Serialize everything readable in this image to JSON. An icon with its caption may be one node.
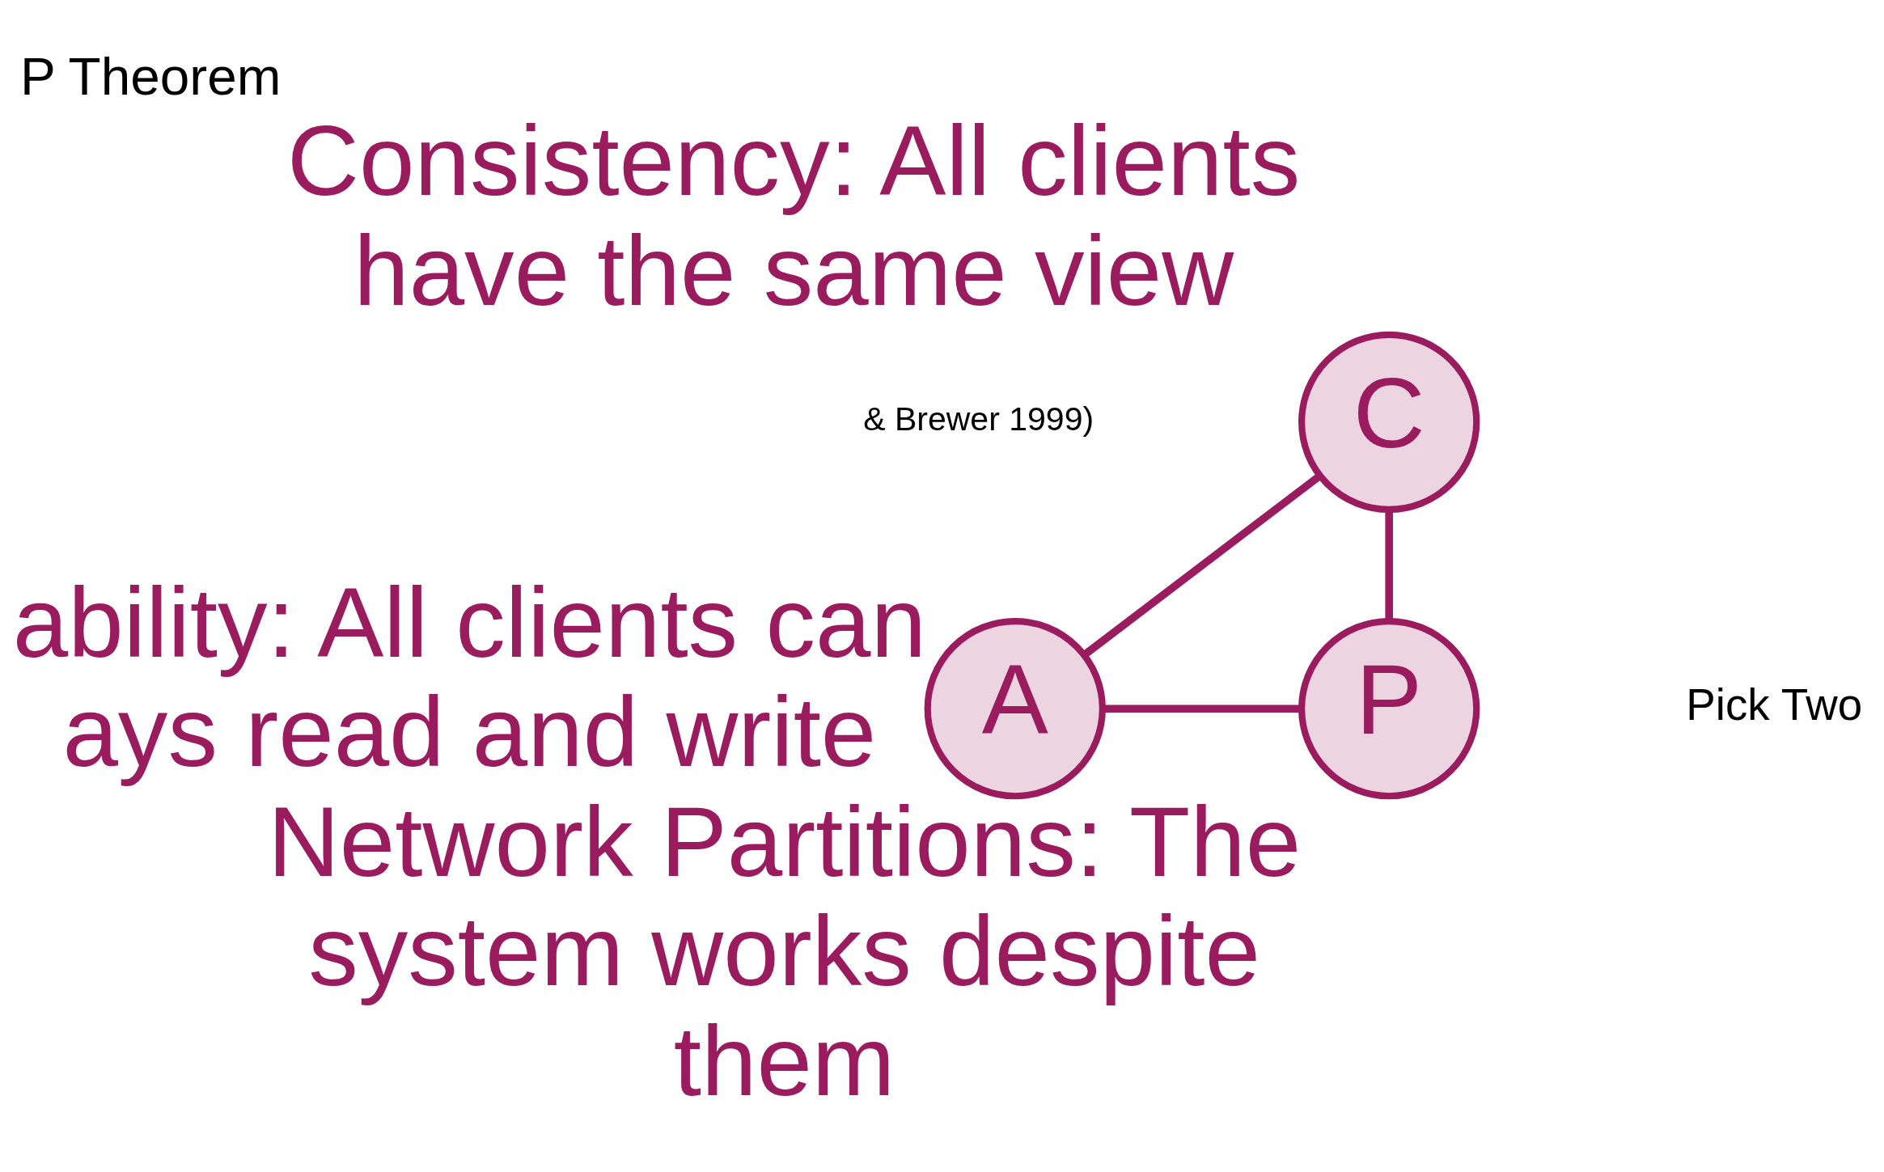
{
  "diagram": {
    "title": "P Theorem",
    "nodes": [
      {
        "text": [
          "C"
        ],
        "beside": [
          "Consistency: All clients have the same view"
        ]
      },
      {
        "text": [
          "A"
        ],
        "beside": [
          "ability: All clients can ays read and write"
        ]
      },
      {
        "text": [
          "P"
        ],
        "beside": [
          "Network Partitions: The system works despite them"
        ]
      }
    ],
    "edges": [
      {
        "from": 0,
        "to": 1,
        "arrow": "none"
      },
      {
        "from": 0,
        "to": 2,
        "arrow": "none"
      },
      {
        "from": 1,
        "to": 2,
        "arrow": "none"
      }
    ],
    "labels": [
      "& Brewer 1999)",
      "Pick Two"
    ]
  }
}
